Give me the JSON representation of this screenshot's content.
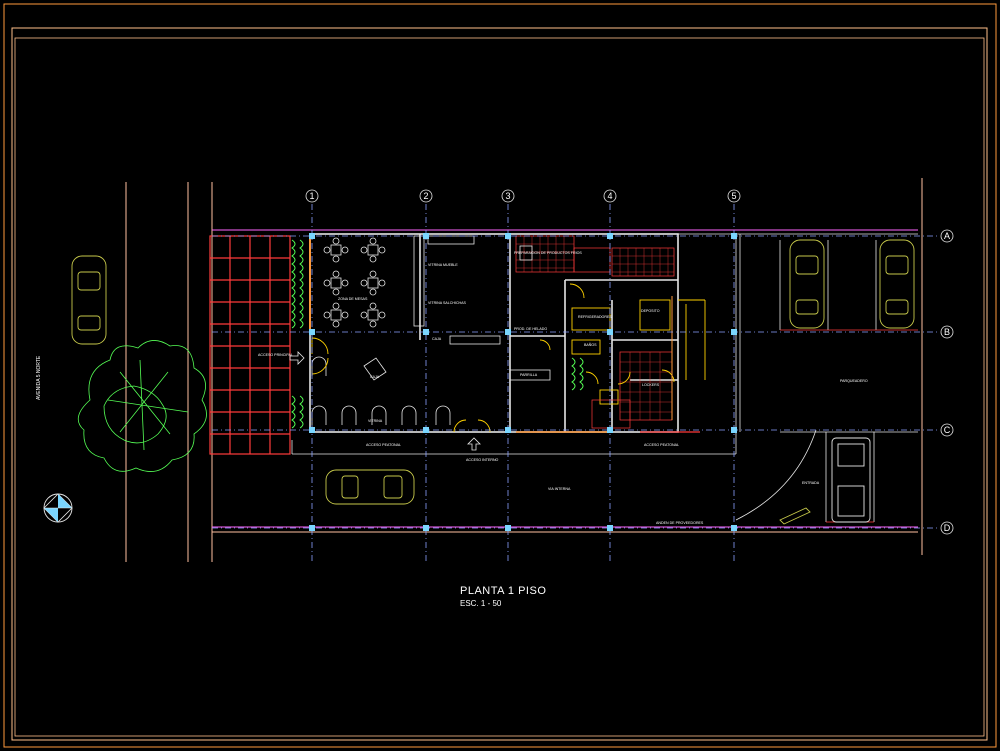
{
  "drawing": {
    "title": "PLANTA  1 PISO",
    "scale": "ESC. 1 - 50",
    "grid_columns": [
      "1",
      "2",
      "3",
      "4",
      "5"
    ],
    "grid_rows": [
      "A",
      "B",
      "C",
      "D"
    ],
    "labels": {
      "street": "AVENIDA 5 NORTE",
      "main_access": "ACCESO PRINCIPAL",
      "table_zone": "ZONA DE MESAS",
      "display_case": "VITRINA MUEBLE",
      "deli_case": "VITRINA SALCHICHAS",
      "cashier": "CAJA",
      "cash_desk": "CAJA",
      "display_bar": "VITRINA",
      "product_prep": "PROD. DE HELADO",
      "grill": "PARRILLA",
      "refrigerators": "REFRIGERADORES",
      "office": "DEPOSITO",
      "kitchen": "PREPARACION DE PRODUCTOS FRIOS",
      "lockers": "LOCKERS",
      "toilets": "BAÑOS",
      "side_access": "ACCESO PEATONAL",
      "service_access": "ACCESO PEATONAL",
      "entry_access": "ACCESO INTERNO",
      "internal_road": "VIA INTERNA",
      "parking": "PARQUEADERO",
      "delivery": "ANDEN DE PROVEEDORES",
      "entry": "ENTRADA"
    }
  }
}
